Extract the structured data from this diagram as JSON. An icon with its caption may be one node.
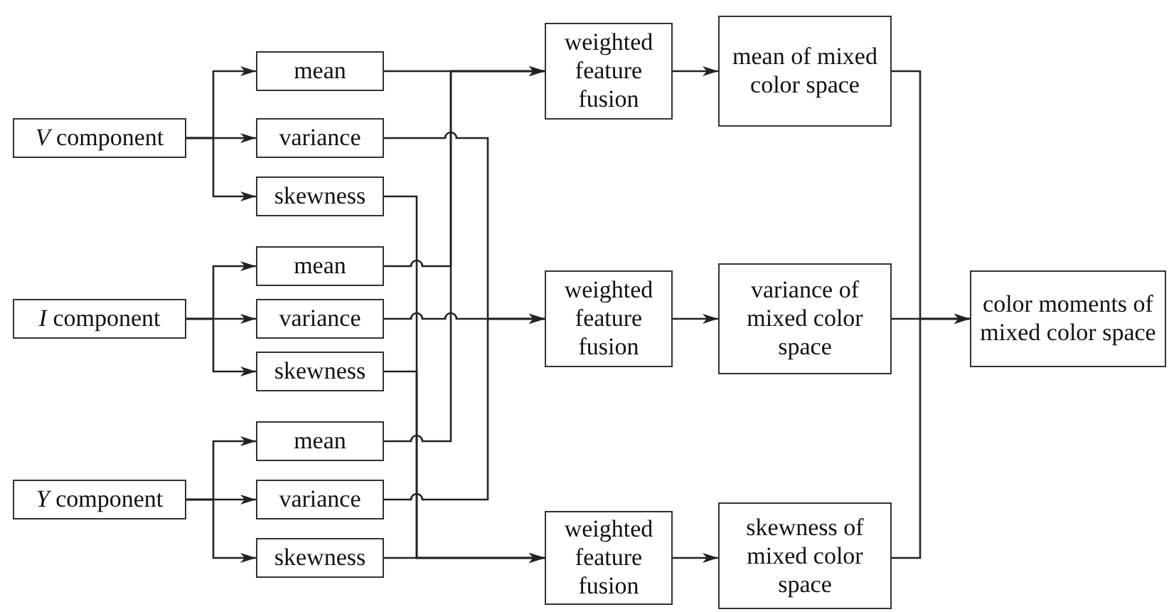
{
  "diagram": {
    "nodes": [
      {
        "text": [
          "*V* component"
        ]
      },
      {
        "text": [
          "mean"
        ]
      },
      {
        "text": [
          "variance"
        ]
      },
      {
        "text": [
          "skewness"
        ]
      },
      {
        "text": [
          "*I* component"
        ]
      },
      {
        "text": [
          "mean"
        ]
      },
      {
        "text": [
          "variance"
        ]
      },
      {
        "text": [
          "skewness"
        ]
      },
      {
        "text": [
          "*Y* component"
        ]
      },
      {
        "text": [
          "mean"
        ]
      },
      {
        "text": [
          "variance"
        ]
      },
      {
        "text": [
          "skewness"
        ]
      },
      {
        "text": [
          "weighted feature fusion"
        ]
      },
      {
        "text": [
          "weighted feature fusion"
        ]
      },
      {
        "text": [
          "weighted feature fusion"
        ]
      },
      {
        "text": [
          "mean of mixed color space"
        ]
      },
      {
        "text": [
          "variance of mixed color space"
        ]
      },
      {
        "text": [
          "skewness of mixed color space"
        ]
      },
      {
        "text": [
          "color moments of mixed color space"
        ]
      }
    ],
    "edges": [
      {
        "from": 0,
        "to": 1,
        "arrow": "to"
      },
      {
        "from": 0,
        "to": 2,
        "arrow": "to"
      },
      {
        "from": 0,
        "to": 3,
        "arrow": "to"
      },
      {
        "from": 4,
        "to": 5,
        "arrow": "to"
      },
      {
        "from": 4,
        "to": 6,
        "arrow": "to"
      },
      {
        "from": 4,
        "to": 7,
        "arrow": "to"
      },
      {
        "from": 8,
        "to": 9,
        "arrow": "to"
      },
      {
        "from": 8,
        "to": 10,
        "arrow": "to"
      },
      {
        "from": 8,
        "to": 11,
        "arrow": "to"
      },
      {
        "from": 1,
        "to": 12,
        "arrow": "to"
      },
      {
        "from": 5,
        "to": 12,
        "arrow": "to"
      },
      {
        "from": 9,
        "to": 12,
        "arrow": "to"
      },
      {
        "from": 2,
        "to": 13,
        "arrow": "to"
      },
      {
        "from": 6,
        "to": 13,
        "arrow": "to"
      },
      {
        "from": 10,
        "to": 13,
        "arrow": "to"
      },
      {
        "from": 3,
        "to": 14,
        "arrow": "to"
      },
      {
        "from": 7,
        "to": 14,
        "arrow": "to"
      },
      {
        "from": 11,
        "to": 14,
        "arrow": "to"
      },
      {
        "from": 12,
        "to": 15,
        "arrow": "to"
      },
      {
        "from": 13,
        "to": 16,
        "arrow": "to"
      },
      {
        "from": 14,
        "to": 17,
        "arrow": "to"
      },
      {
        "from": 15,
        "to": 18,
        "arrow": "to"
      },
      {
        "from": 16,
        "to": 18,
        "arrow": "to"
      },
      {
        "from": 17,
        "to": 18,
        "arrow": "to"
      }
    ]
  }
}
